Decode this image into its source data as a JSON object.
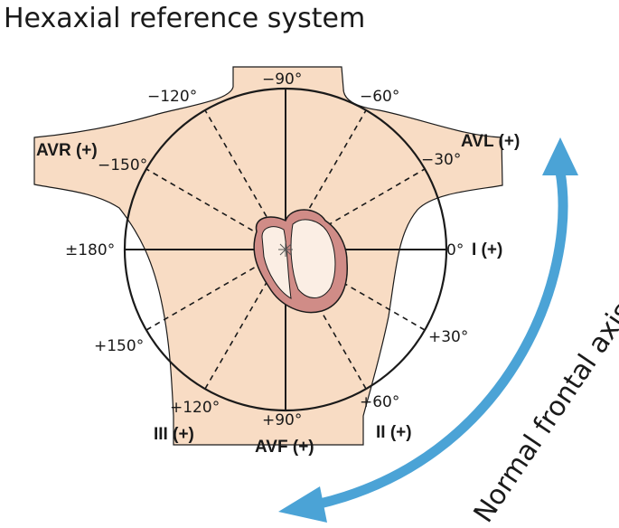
{
  "title": "Hexaxial reference system",
  "angles": {
    "minus90": "−90°",
    "minus120": "−120°",
    "minus60": "−60°",
    "minus150": "−150°",
    "minus30": "−30°",
    "plusminus180": "±180°",
    "zero": "0°",
    "plus30": "+30°",
    "plus150": "+150°",
    "plus120": "+120°",
    "plus60": "+60°",
    "plus90": "+90°"
  },
  "leads": {
    "avr": "AVR (+)",
    "avl": "AVL (+)",
    "lead_i": "I (+)",
    "lead_ii": "II (+)",
    "lead_iii": "III (+)",
    "avf": "AVF (+)"
  },
  "arrow_label": "Normal frontal axis",
  "colors": {
    "skin": "#f8dcc4",
    "outline": "#1a1a1a",
    "heart_wall": "#d08c87",
    "heart_inner": "#fbeee4",
    "arrow": "#4ba3d6"
  }
}
